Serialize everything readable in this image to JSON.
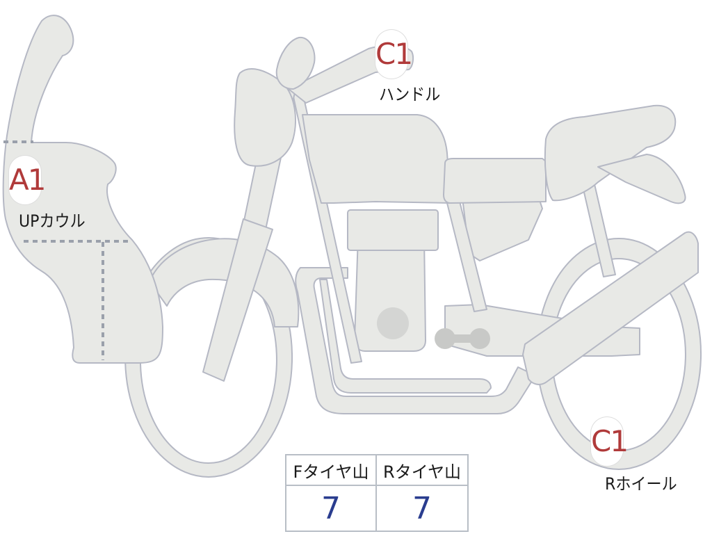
{
  "parts": [
    {
      "code": "A1",
      "label": "UPカウル"
    },
    {
      "code": "C1",
      "label": "ハンドル"
    },
    {
      "code": "C1",
      "label": "Rホイール"
    }
  ],
  "tread_table": {
    "headers": [
      "Fタイヤ山",
      "Rタイヤ山"
    ],
    "values": [
      "7",
      "7"
    ]
  },
  "colors": {
    "body_fill": "#e8e9e6",
    "outline": "#b5b8c4",
    "dashed": "#9aa0ab",
    "code_text": "#b03a3a",
    "value_text": "#2a3d8f"
  }
}
